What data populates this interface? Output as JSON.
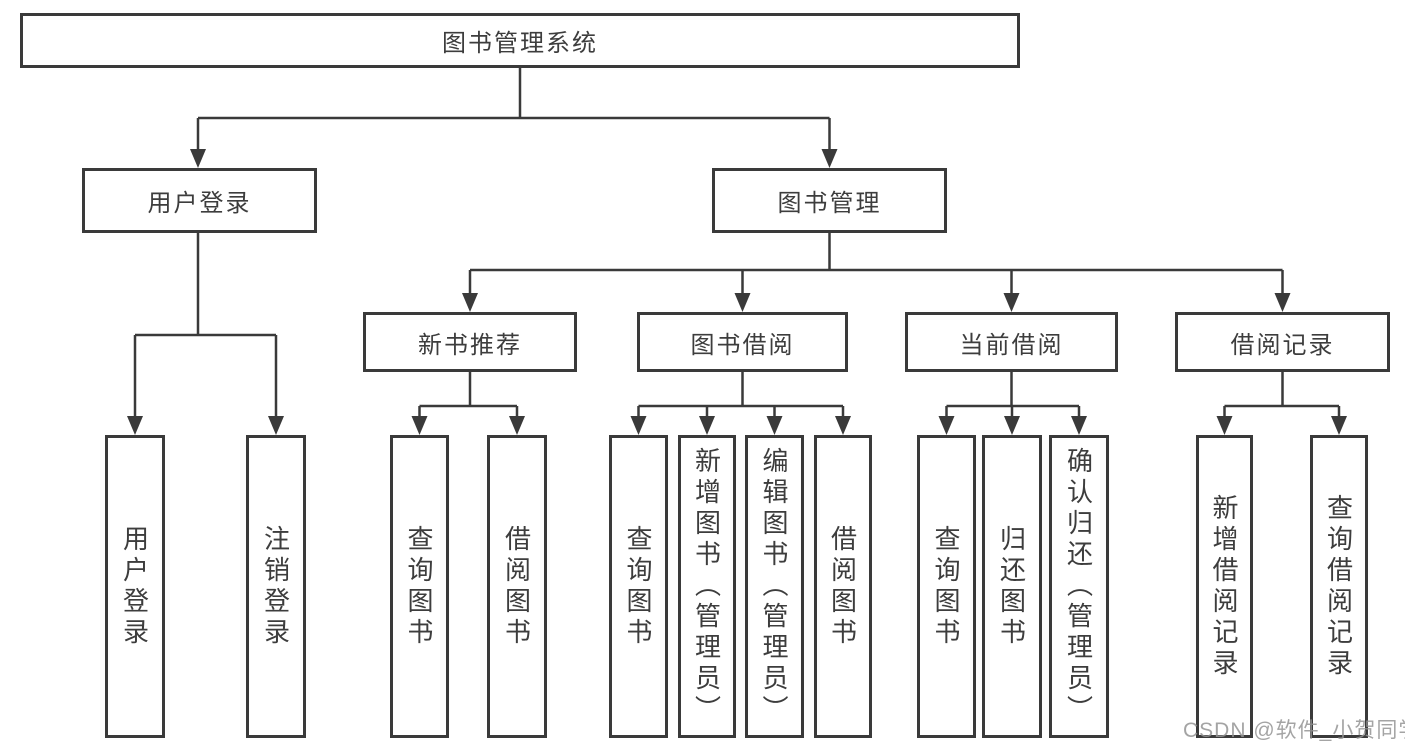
{
  "tree": {
    "root": {
      "label": "图书管理系统"
    },
    "branches": [
      {
        "label": "用户登录",
        "leaves": [
          "用户登录",
          "注销登录"
        ]
      },
      {
        "label": "图书管理",
        "groups": [
          {
            "label": "新书推荐",
            "leaves": [
              "查询图书",
              "借阅图书"
            ]
          },
          {
            "label": "图书借阅",
            "leaves": [
              "查询图书",
              "新增图书（管理员）",
              "编辑图书（管理员）",
              "借阅图书"
            ]
          },
          {
            "label": "当前借阅",
            "leaves": [
              "查询图书",
              "归还图书",
              "确认归还（管理员）"
            ]
          },
          {
            "label": "借阅记录",
            "leaves": [
              "新增借阅记录",
              "查询借阅记录"
            ]
          }
        ]
      }
    ]
  },
  "watermark": "CSDN @软件_小贺同学",
  "colors": {
    "line": "#3a3a3a",
    "text": "#3d3d3d",
    "box_background": "#ffffff",
    "page_background": "#ffffff",
    "watermark": "#949494"
  }
}
